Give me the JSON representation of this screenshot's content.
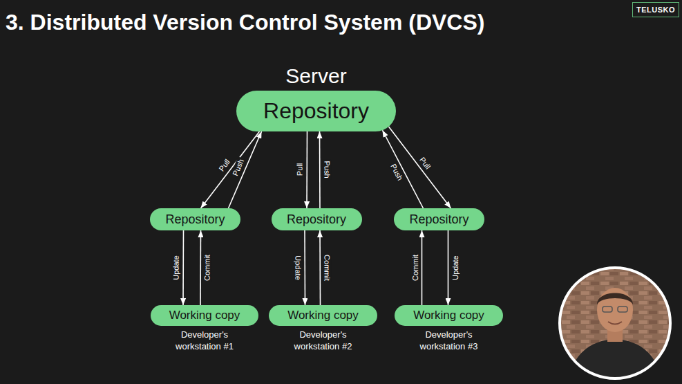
{
  "diagram": {
    "title": "3. Distributed Version Control System (DVCS)",
    "nodes": [
      {
        "text": [
          "Server",
          "Repository"
        ]
      },
      {
        "text": [
          "Repository"
        ]
      },
      {
        "text": [
          "Repository"
        ]
      },
      {
        "text": [
          "Repository"
        ]
      },
      {
        "text": [
          "Working copy",
          "Developer's workstation #1"
        ]
      },
      {
        "text": [
          "Working copy",
          "Developer's workstation #2"
        ]
      },
      {
        "text": [
          "Working copy",
          "Developer's workstation #3"
        ]
      }
    ],
    "edges": [
      {
        "from": 0,
        "to": 1,
        "label": "Pull",
        "arrow": "to"
      },
      {
        "from": 1,
        "to": 0,
        "label": "Push",
        "arrow": "to"
      },
      {
        "from": 0,
        "to": 2,
        "label": "Pull",
        "arrow": "to"
      },
      {
        "from": 2,
        "to": 0,
        "label": "Push",
        "arrow": "to"
      },
      {
        "from": 3,
        "to": 0,
        "label": "Push",
        "arrow": "to"
      },
      {
        "from": 0,
        "to": 3,
        "label": "Pull",
        "arrow": "to"
      },
      {
        "from": 1,
        "to": 4,
        "label": "Update",
        "arrow": "to"
      },
      {
        "from": 4,
        "to": 1,
        "label": "Commit",
        "arrow": "to"
      },
      {
        "from": 2,
        "to": 5,
        "label": "Update",
        "arrow": "to"
      },
      {
        "from": 5,
        "to": 2,
        "label": "Commit",
        "arrow": "to"
      },
      {
        "from": 6,
        "to": 3,
        "label": "Commit",
        "arrow": "to"
      },
      {
        "from": 3,
        "to": 6,
        "label": "Update",
        "arrow": "to"
      }
    ],
    "labels": [
      "TELUSKO"
    ]
  }
}
